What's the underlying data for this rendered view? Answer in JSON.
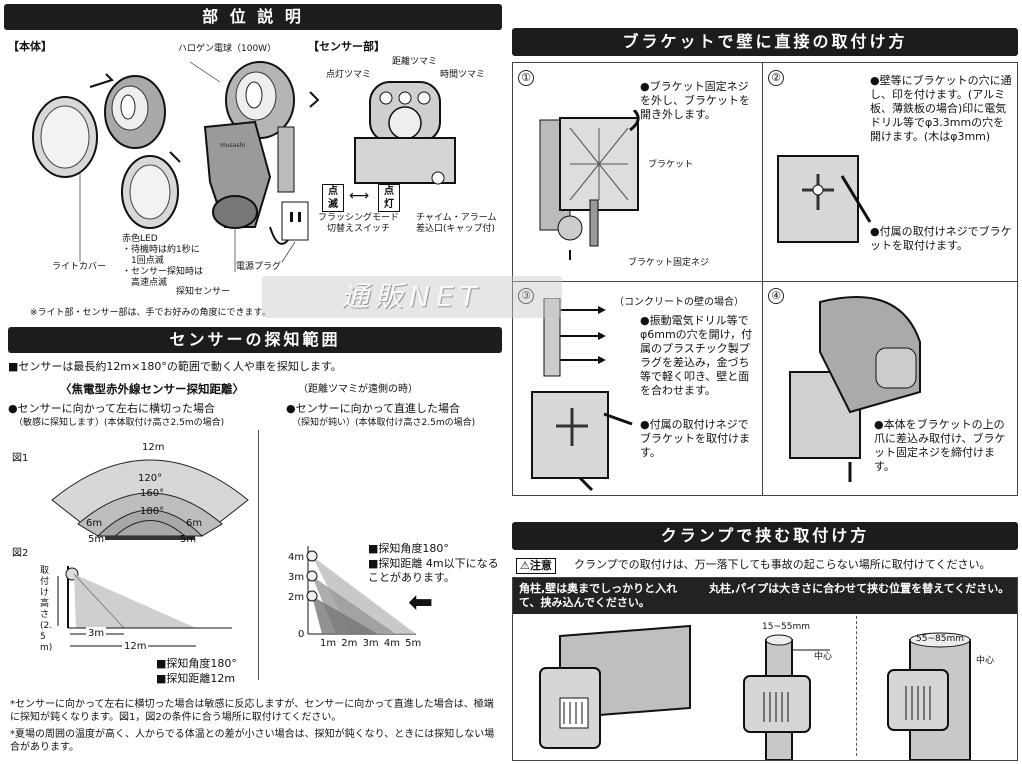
{
  "parts": {
    "title": "部 位 説 明",
    "body_label": "【本体】",
    "sensor_label": "【センサー部】",
    "halogen": "ハロゲン電球（100W）",
    "dist_knob": "距離ツマミ",
    "light_knob": "点灯ツマミ",
    "time_knob": "時間ツマミ",
    "red_led": "赤色LED\n・待機時は約1秒に\n　1回点滅\n・センサー探知時は\n　高速点滅",
    "light_cover": "ライトカバー",
    "power_plug": "電源プラグ",
    "detect_sensor": "探知センサー",
    "switch_blink": "点\n滅",
    "switch_on": "点\n灯",
    "flash_switch": "フラッシングモード\n切替えスイッチ",
    "chime": "チャイム・アラーム\n差込口(キャップ付)",
    "brand": "musashi",
    "note": "※ライト部・センサー部は、手でお好みの角度にできます。"
  },
  "sensor": {
    "title": "センサーの探知範囲",
    "intro": "■センサーは最長約12m×180°の範囲で動く人や車を探知します。",
    "subtitle": "〈焦電型赤外線センサー探知距離〉",
    "subtitle_note": "（距離ツマミが遠側の時）",
    "left_h": "●センサーに向かって左右に横切った場合",
    "left_s": "（敏感に探知します）(本体取付け高さ2.5mの場合)",
    "right_h": "●センサーに向かって直進した場合",
    "right_s": "（探知が鈍い）(本体取付け高さ2.5mの場合)",
    "fig1": "図1",
    "fig2": "図2",
    "r12": "12m",
    "a120": "120°",
    "a160": "160°",
    "a180": "180°",
    "m6l": "6m",
    "m6r": "6m",
    "m5l": "5m",
    "m5r": "5m",
    "height_label": "取付け高さ(2.5m)",
    "m3": "3m",
    "m12": "12m",
    "angle_note": "■探知角度180°",
    "dist_note": "■探知距離12m",
    "y4": "4m",
    "y3": "3m",
    "y2": "2m",
    "y0": "0",
    "x_ticks": "1m 2m 3m 4m 5m",
    "angle_note2": "■探知角度180°",
    "dist_note2": "■探知距離 4m以下になることがあります。",
    "foot1": "*センサーに向かって左右に横切った場合は敏感に反応しますが、センサーに向かって直進した場合は、極端に探知が鈍くなります。図1，図2の条件に合う場所に取付けてください。",
    "foot2": "*夏場の周囲の温度が高く、人からでる体温との差が小さい場合は、探知が鈍くなり、ときには探知しない場合があります。"
  },
  "bracket": {
    "title": "ブラケットで壁に直接の取付け方",
    "n1": "①",
    "s1": "●ブラケット固定ネジを外し、ブラケットを開き外します。",
    "bracket_lbl": "ブラケット",
    "screw_lbl": "ブラケット固定ネジ",
    "n2": "②",
    "s2": "●壁等にブラケットの穴に通し、印を付けます。(アルミ板、薄鉄板の場合)印に電気ドリル等でφ3.3mmの穴を開けます。(木はφ3mm)",
    "s2b": "●付属の取付けネジでブラケットを取付けます。",
    "n3": "③",
    "s3_head": "（コンクリートの壁の場合）",
    "s3": "●振動電気ドリル等でφ6mmの穴を開け，付属のプラスチック製プラグを差込み，金づち等で軽く叩き、壁と面を合わせます。",
    "s3b": "●付属の取付けネジでブラケットを取付けます。",
    "n4": "④",
    "s4": "●本体をブラケットの上の爪に差込み取付け、ブラケット固定ネジを締付けます。"
  },
  "clamp": {
    "title": "クランプで挟む取付け方",
    "caution_tag": "⚠注意",
    "caution": "クランプでの取付けは、万一落下しても事故の起こらない場所に取付けてください。",
    "left_note": "角柱,壁は奥までしっかりと入れて、挟み込んでください。",
    "right_note": "丸柱,パイプは大きさに合わせて挟む位置を替えてください。",
    "size1": "15~55mm",
    "size2": "55~85mm",
    "center": "中心",
    "center2": "中心"
  },
  "watermark": "通販NET"
}
